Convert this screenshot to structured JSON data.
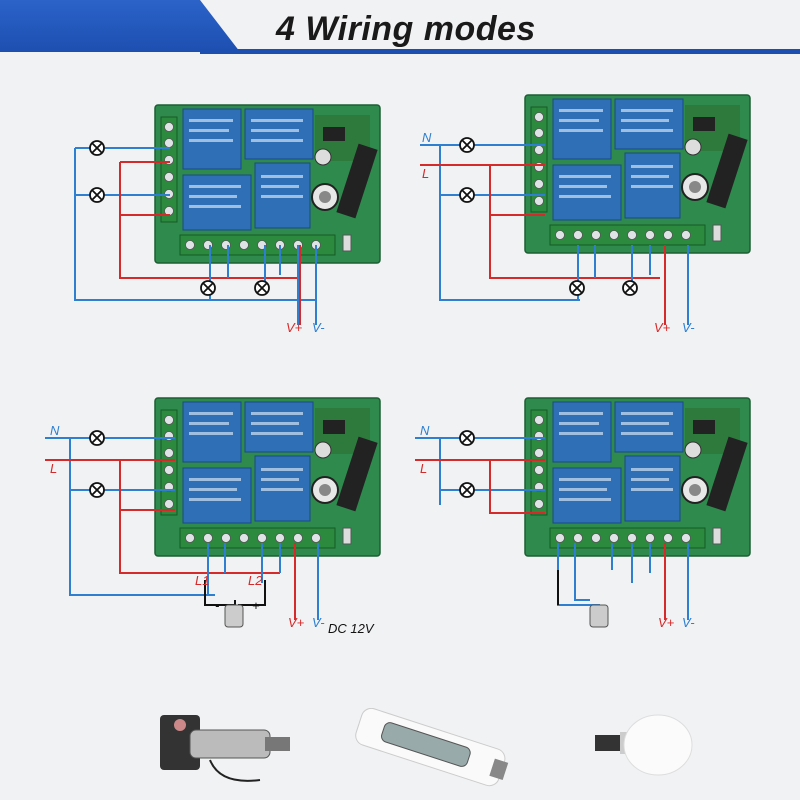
{
  "header": {
    "title": "4 Wiring modes"
  },
  "colors": {
    "live": "#d62a2a",
    "neutral": "#2e7fd0",
    "board": "#2f8a4e",
    "relay": "#2f6fb6",
    "header_blue": "#1d4fb0"
  },
  "panels": [
    {
      "labels": {
        "vplus": "V+",
        "vminus": "V-"
      }
    },
    {
      "labels": {
        "n": "N",
        "l": "L",
        "vplus": "V+",
        "vminus": "V-"
      }
    },
    {
      "labels": {
        "n": "N",
        "l": "L",
        "l1": "L1",
        "l2": "L2",
        "plus": "+",
        "minus": "-",
        "vplus": "V+",
        "vminus": "V-",
        "dc": "DC 12V"
      }
    },
    {
      "labels": {
        "n": "N",
        "l": "L",
        "vplus": "V+",
        "vminus": "V-"
      }
    }
  ],
  "bottom_items": [
    {
      "icon": "linear-actuator-icon"
    },
    {
      "icon": "tubular-motor-icon"
    },
    {
      "icon": "light-bulb-icon"
    }
  ]
}
